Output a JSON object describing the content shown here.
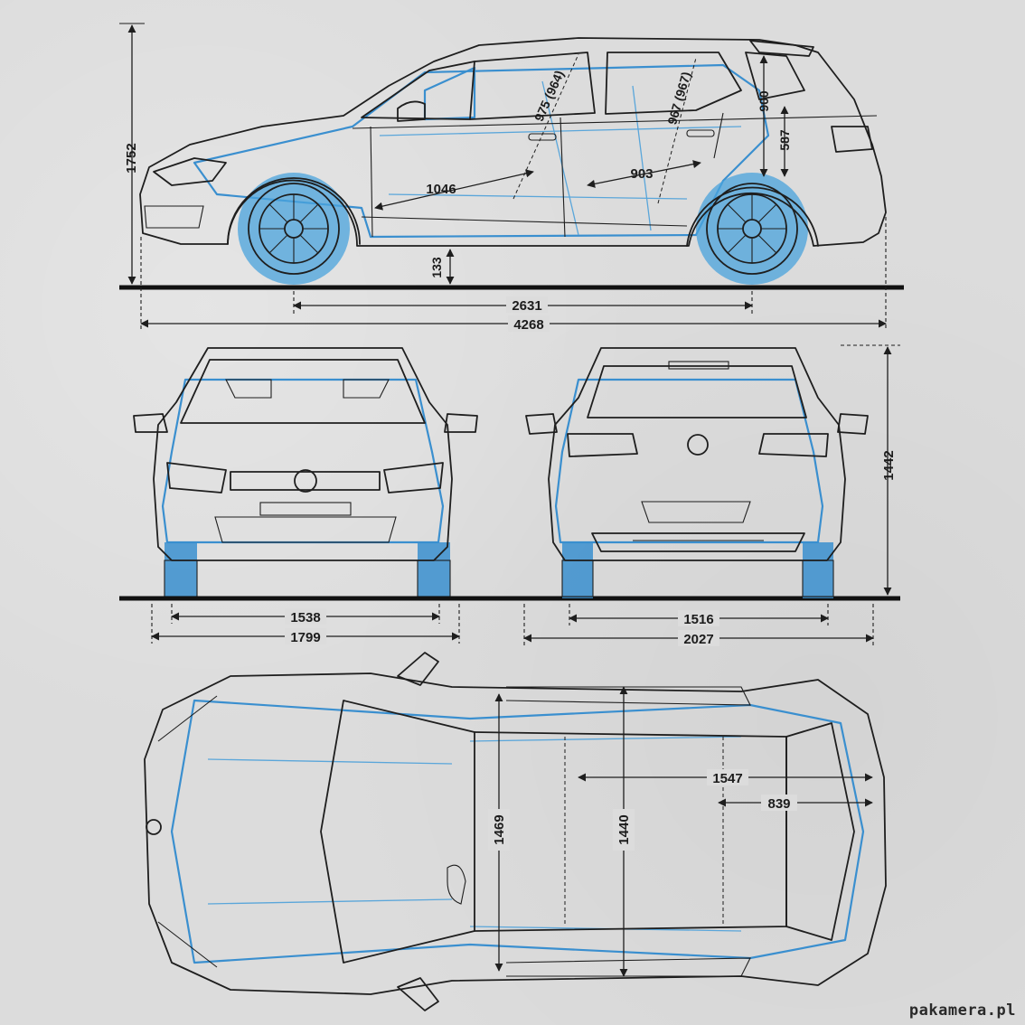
{
  "dimensions": {
    "height": "1752",
    "ground_clearance": "133",
    "wheelbase": "2631",
    "length": "4268",
    "front_headroom": "975 (964)",
    "rear_headroom": "967 (967)",
    "front_legroom": "1046",
    "rear_legroom": "903",
    "boot_opening_height": "900",
    "boot_sill": "587",
    "rear_height": "1442",
    "front_track": "1538",
    "front_width": "1799",
    "rear_track": "1516",
    "width_with_mirrors": "2027",
    "cabin_length": "1547",
    "boot_length": "839",
    "shoulder_width_front": "1469",
    "shoulder_width_rear": "1440"
  },
  "watermark": "pakamera.pl",
  "colors": {
    "background": "#dcdcdc",
    "ink": "#1e1e1e",
    "accent_blue": "#3a8fcf"
  }
}
